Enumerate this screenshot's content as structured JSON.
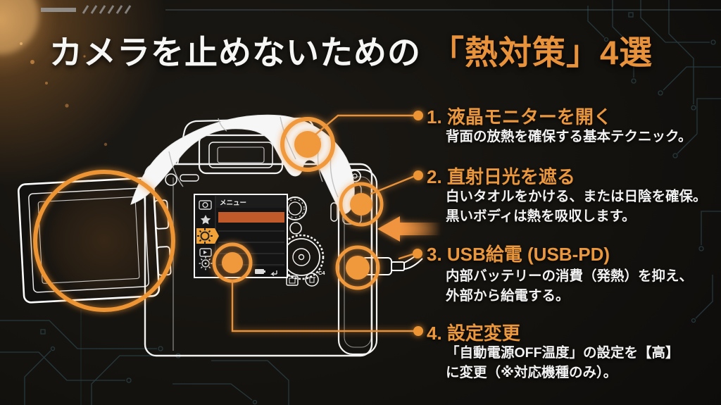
{
  "title": {
    "prefix": "カメラを止めないための",
    "highlight": "「熱対策」4選"
  },
  "items": [
    {
      "heading": "1. 液晶モニターを開く",
      "desc": [
        "背面の放熱を確保する基本テクニック。"
      ]
    },
    {
      "heading": "2. 直射日光を遮る",
      "desc": [
        "白いタオルをかける、または日陰を確保。",
        "黒いボディは熱を吸収します。"
      ]
    },
    {
      "heading": "3. USB給電 (USB-PD)",
      "desc": [
        "内部バッテリーの消費（発熱）を抑え、",
        "外部から給電する。"
      ]
    },
    {
      "heading": "4. 設定変更",
      "desc": [
        "「自動電源OFF温度」の設定を【高】",
        "に変更（※対応機種のみ）。"
      ]
    }
  ],
  "camera_screen": {
    "menu_title": "メニュー",
    "c4_label": "C4"
  },
  "colors": {
    "accent_orange": "#E8923C",
    "text_white": "#F2F2F2",
    "circuit_teal": "#39606B",
    "menu_highlight": "#C05A2A",
    "background": "#131110"
  }
}
